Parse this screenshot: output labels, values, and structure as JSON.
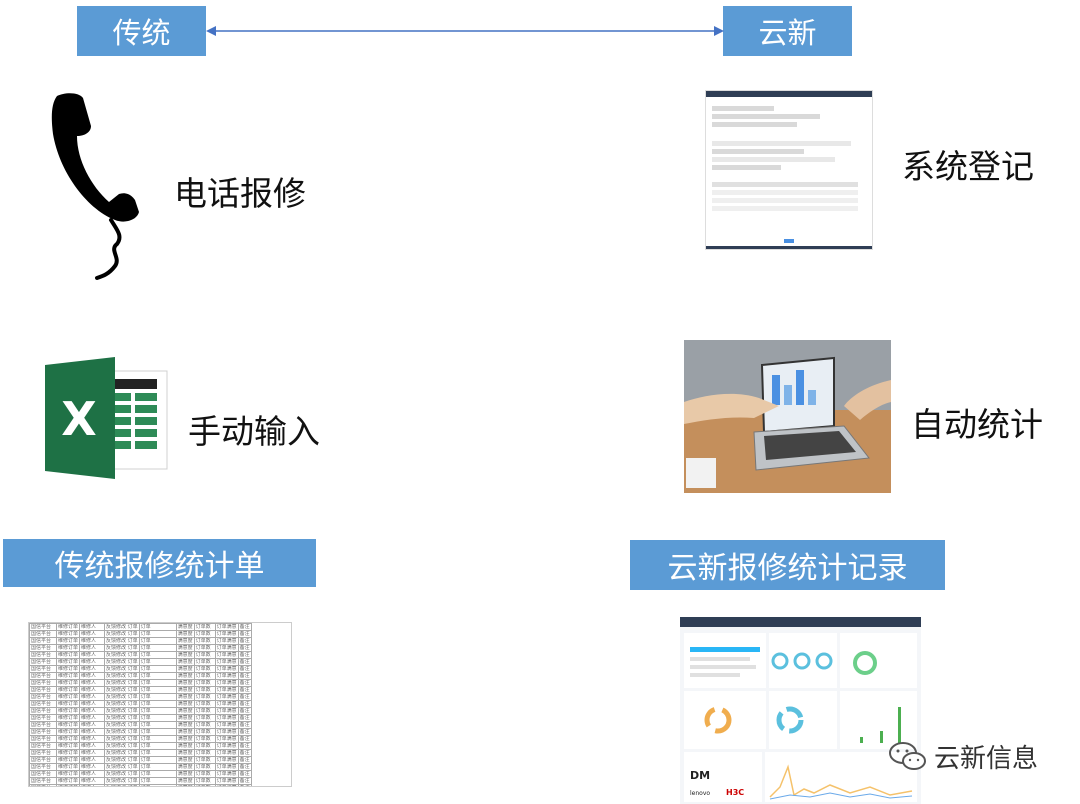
{
  "header": {
    "left_label": "传统",
    "right_label": "云新"
  },
  "left": {
    "phone_label": "电话报修",
    "excel_label": "手动输入",
    "bottom_title": "传统报修统计单",
    "table_rows": [
      [
        "国信平台",
        "维修订单",
        "维修人",
        "反馈修改 订单",
        "订单",
        "满意度",
        "订单数",
        "订单满意",
        "备注"
      ]
    ]
  },
  "right": {
    "system_label": "系统登记",
    "auto_label": "自动统计",
    "bottom_title": "云新报修统计记录",
    "dashboard_logos": [
      "DM",
      "lenovo",
      "H3C"
    ]
  },
  "watermark": {
    "text": "云新信息"
  },
  "colors": {
    "box_blue": "#5b9bd5",
    "arrow": "#4472c4",
    "excel_green": "#1e7145"
  },
  "icons": [
    "phone-icon",
    "excel-icon",
    "wechat-icon"
  ]
}
